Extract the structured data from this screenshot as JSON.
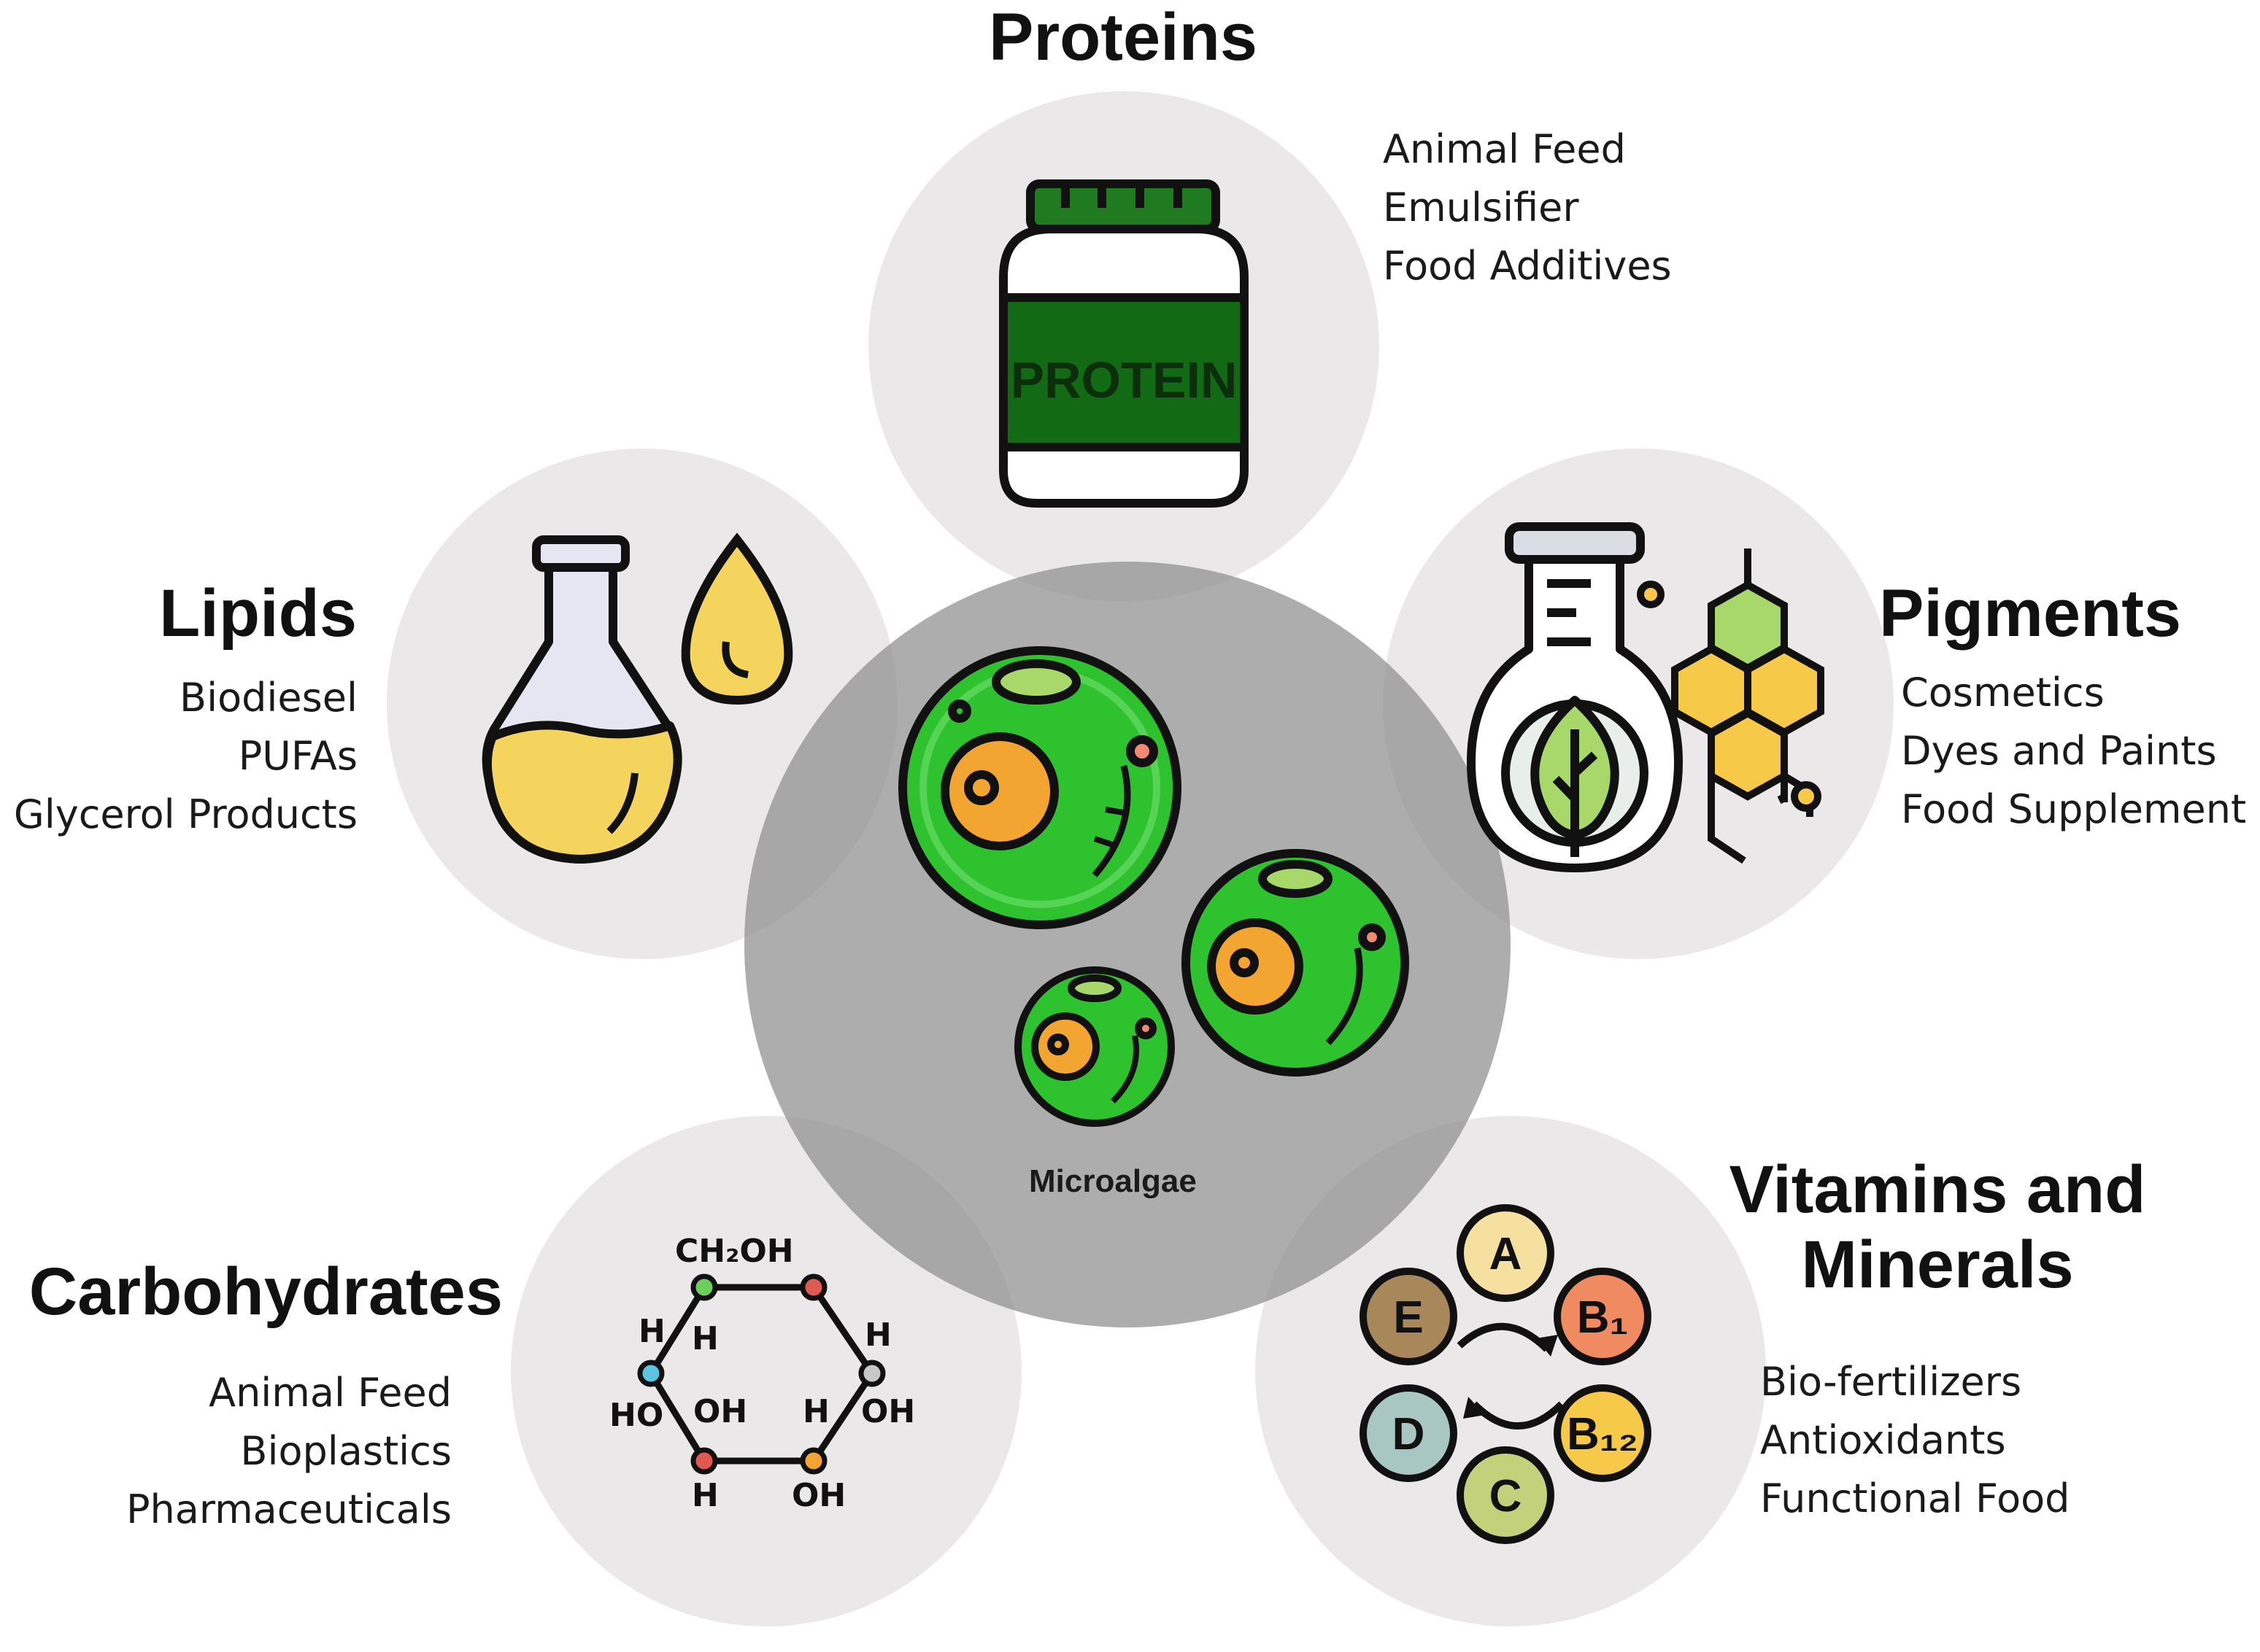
{
  "center": {
    "label": "Microalgae"
  },
  "icon_text": {
    "protein_label": "PROTEIN",
    "sugar_top": "CH₂OH",
    "sugar_labels": [
      "H",
      "H",
      "H",
      "HO",
      "OH",
      "H",
      "OH",
      "H",
      "OH"
    ],
    "vitamins": [
      "A",
      "B₁",
      "B₁₂",
      "C",
      "D",
      "E"
    ]
  },
  "categories": [
    {
      "id": "proteins",
      "title": "Proteins",
      "items": [
        "Animal Feed",
        "Emulsifier",
        "Food Additives"
      ]
    },
    {
      "id": "lipids",
      "title": "Lipids",
      "items": [
        "Biodiesel",
        "PUFAs",
        "Glycerol Products"
      ]
    },
    {
      "id": "pigments",
      "title": "Pigments",
      "items": [
        "Cosmetics",
        "Dyes and Paints",
        "Food Supplement"
      ]
    },
    {
      "id": "carbohydrates",
      "title": "Carbohydrates",
      "items": [
        "Animal Feed",
        "Bioplastics",
        "Pharmaceuticals"
      ]
    },
    {
      "id": "vitamins",
      "title": "Vitamins and Minerals",
      "title_lines": [
        "Vitamins and",
        "Minerals"
      ],
      "items": [
        "Bio-fertilizers",
        "Antioxidants",
        "Functional Food"
      ]
    }
  ],
  "colors": {
    "outer_circle": "#e4e2e2",
    "center_circle": "#9d9b9b",
    "cell_green": "#2fc22f",
    "nucleus": "#f3a531",
    "protein_green": "#136a15",
    "oil_yellow": "#f4d45c"
  },
  "icons": [
    "protein-jar-icon",
    "flask-icon",
    "oil-drop-icon",
    "pigment-flask-icon",
    "molecule-hexagon-icon",
    "glucose-ring-icon",
    "vitamin-cycle-icon",
    "microalgae-cell-icon"
  ]
}
